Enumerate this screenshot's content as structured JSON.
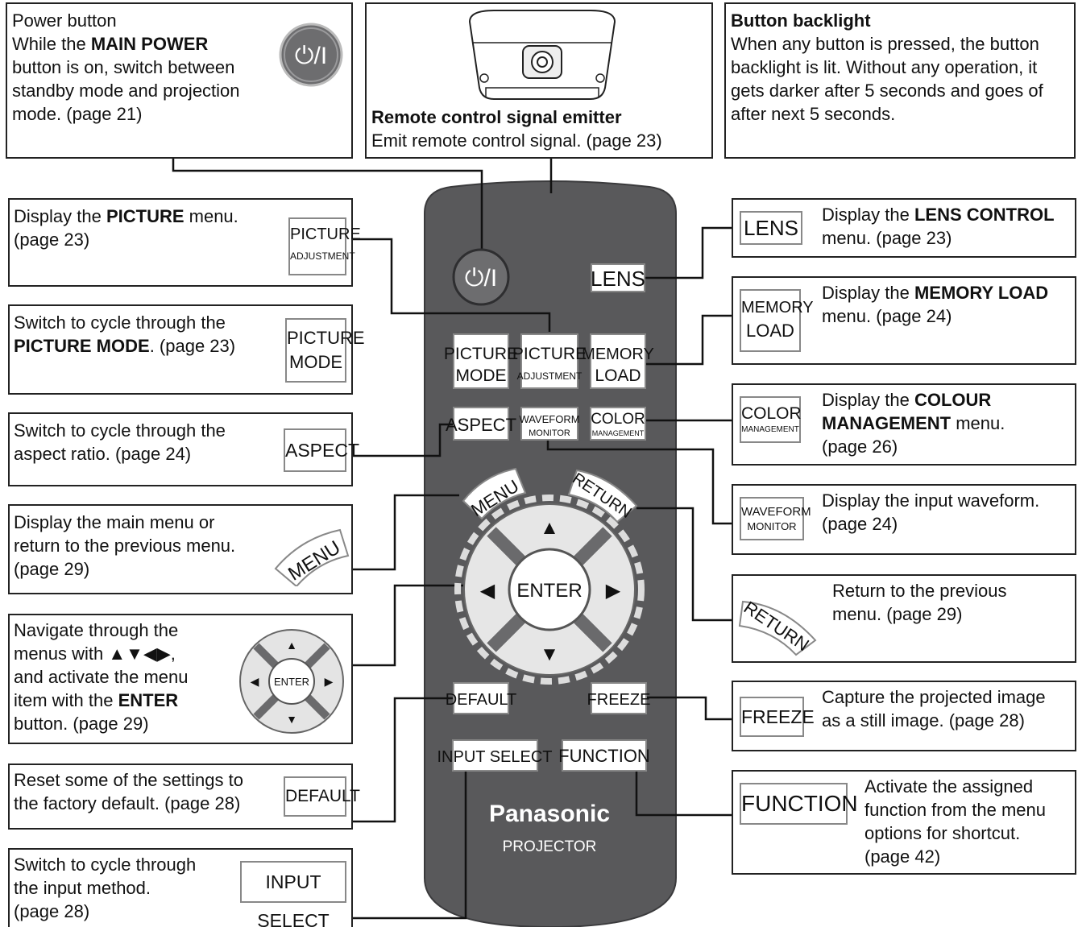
{
  "callouts": {
    "power": {
      "line1": "Power button",
      "line2_pre": "While the ",
      "line2_bold": "MAIN POWER",
      "line3": "button is on, switch between",
      "line4": "standby mode and projection",
      "line5": "mode. (page 21)"
    },
    "emitter": {
      "title": "Remote control signal emitter",
      "desc": "Emit remote control signal. (page 23)"
    },
    "backlight": {
      "title": "Button backlight",
      "line1": "When any button is pressed, the button",
      "line2": "backlight is lit. Without any operation, it",
      "line3": "gets darker after 5 seconds and goes of",
      "line4": "after next 5 seconds."
    },
    "picture_adj": {
      "line1_pre": "Display the ",
      "line1_bold": "PICTURE",
      "line1_post": " menu.",
      "line2": "(page 23)"
    },
    "picture_mode": {
      "line1": "Switch to cycle through the",
      "line2_bold": "PICTURE MODE",
      "line2_post": ". (page 23)"
    },
    "aspect": {
      "line1": "Switch to cycle through the",
      "line2": "aspect ratio. (page 24)"
    },
    "menu": {
      "line1": "Display the main menu or",
      "line2": "return to the previous menu.",
      "line3": "(page 29)"
    },
    "navigate": {
      "line1": "Navigate through the",
      "line2_pre": "menus with ",
      "line2_arrows": "▲▼◀▶",
      "line2_post": ",",
      "line3": "and activate the menu",
      "line4_pre": "item with the ",
      "line4_bold": "ENTER",
      "line5": "button. (page 29)"
    },
    "default": {
      "line1": "Reset some of the settings to",
      "line2": "the factory default. (page 28)"
    },
    "input_select": {
      "line1": "Switch to cycle through",
      "line2": "the input method.",
      "line3": "(page 28)"
    },
    "lens": {
      "line1_pre": "Display the ",
      "line1_bold": "LENS CONTROL",
      "line2": "menu. (page 23)"
    },
    "memory_load": {
      "line1_pre": "Display the ",
      "line1_bold": "MEMORY LOAD",
      "line2": "menu. (page 24)"
    },
    "color_mgmt": {
      "line1_pre": "Display the ",
      "line1_bold": "COLOUR",
      "line2_bold": "MANAGEMENT",
      "line2_post": " menu.",
      "line3": "(page 26)"
    },
    "waveform": {
      "line1": "Display the input waveform.",
      "line2": "(page 24)"
    },
    "return": {
      "line1": "Return to the previous",
      "line2": "menu. (page 29)"
    },
    "freeze": {
      "line1": "Capture the projected image",
      "line2": "as a still image. (page 28)"
    },
    "function": {
      "line1": "Activate the assigned",
      "line2": "function from the menu",
      "line3": "options for shortcut.",
      "line4": "(page 42)"
    }
  },
  "keys": {
    "power": "⏻/I",
    "picture_top": "PICTURE",
    "adjustment": "ADJUSTMENT",
    "mode": "MODE",
    "memory": "MEMORY",
    "load": "LOAD",
    "lens": "LENS",
    "aspect": "ASPECT",
    "waveform": "WAVEFORM",
    "monitor": "MONITOR",
    "color": "COLOR",
    "management": "MANAGEMENT",
    "menu": "MENU",
    "return": "RETURN",
    "enter": "ENTER",
    "default": "DEFAULT",
    "freeze": "FREEZE",
    "input_select": "INPUT SELECT",
    "function": "FUNCTION",
    "up": "▲",
    "down": "▼",
    "left": "◀",
    "right": "▶"
  },
  "remote": {
    "brand": "Panasonic",
    "model": "PROJECTOR"
  },
  "colors": {
    "remote_body": "#5a5a5c",
    "key_bg": "#ffffff",
    "key_border": "#888888",
    "power_button": "#6e6e70",
    "dpad_ring": "#6a6a6c",
    "line": "#111111"
  }
}
